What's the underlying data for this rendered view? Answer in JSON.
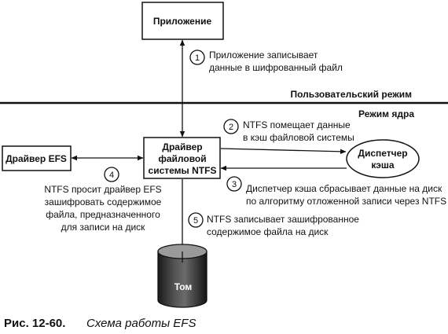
{
  "boxes": {
    "app": "Приложение",
    "efs_driver": "Драйвер EFS",
    "ntfs_driver": [
      "Драйвер",
      "файловой",
      "системы NTFS"
    ],
    "cache_manager": [
      "Диспетчер",
      "кэша"
    ],
    "volume": "Том"
  },
  "modes": {
    "user": "Пользовательский режим",
    "kernel": "Режим ядра"
  },
  "steps": [
    {
      "num": "1",
      "lines": [
        "Приложение записывает",
        "данные в шифрованный файл"
      ]
    },
    {
      "num": "2",
      "lines": [
        "NTFS помещает данные",
        "в кэш файловой системы"
      ]
    },
    {
      "num": "3",
      "lines": [
        "Диспетчер кэша сбрасывает данные на диск",
        "по алгоритму отложенной записи через NTFS"
      ]
    },
    {
      "num": "4",
      "lines": [
        "NTFS просит драйвер EFS",
        "зашифровать содержимое",
        "файла, предназначенного",
        "для записи на диск"
      ]
    },
    {
      "num": "5",
      "lines": [
        "NTFS записывает зашифрованное",
        "содержимое файла на диск"
      ]
    }
  ],
  "caption": {
    "number": "Рис. 12-60.",
    "title": "Схема работы EFS"
  }
}
